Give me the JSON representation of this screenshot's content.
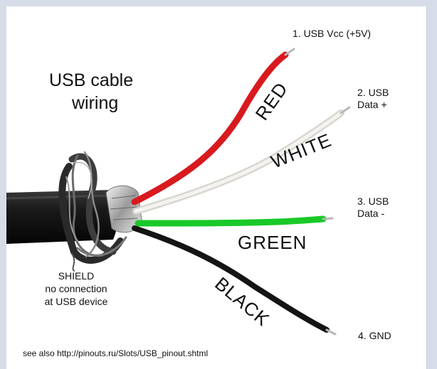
{
  "title": {
    "line1": "USB cable",
    "line2": "wiring"
  },
  "wires": [
    {
      "label": "RED",
      "color": "#d8191e",
      "pin": [
        "1. USB Vcc (+5V)"
      ]
    },
    {
      "label": "WHITE",
      "color": "#eceae6",
      "pin": [
        "2. USB",
        "Data +"
      ]
    },
    {
      "label": "GREEN",
      "color": "#19c928",
      "pin": [
        "3. USB",
        "Data -"
      ]
    },
    {
      "label": "BLACK",
      "color": "#141414",
      "pin": [
        "4. GND"
      ]
    }
  ],
  "shield": {
    "lines": [
      "SHIELD",
      "no connection",
      "at USB device"
    ]
  },
  "footer": "see also http://pinouts.ru/Slots/USB_pinout.shtml"
}
